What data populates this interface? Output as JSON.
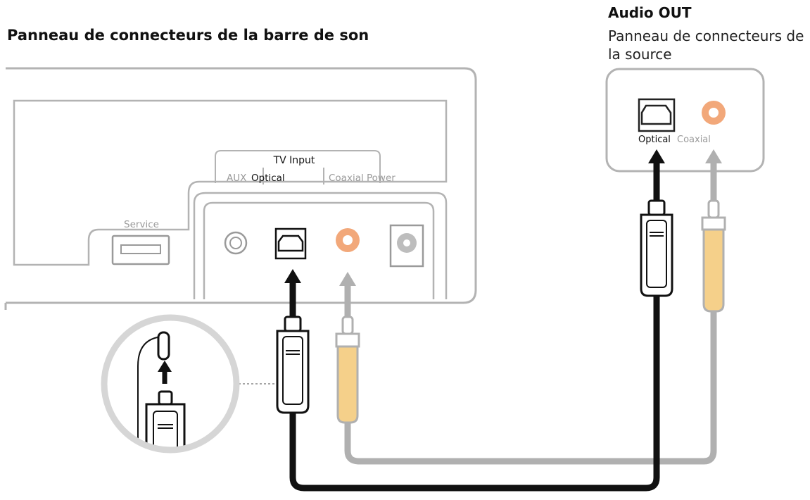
{
  "soundbar": {
    "title": "Panneau de connecteurs de la barre de son",
    "tv_input_label": "TV Input",
    "aux_label": "AUX",
    "optical_label": "Optical",
    "coaxial_power_label": "Coaxial Power",
    "service_label": "Service"
  },
  "source": {
    "title": "Audio OUT",
    "subtitle": "Panneau de connecteurs de la source",
    "optical_label": "Optical",
    "coaxial_label": "Coaxial"
  },
  "colors": {
    "panel_outline": "#b3b3b3",
    "optical_cable": "#1a1a1a",
    "coaxial_cable": "#b0b0b0",
    "coaxial_jack": "#f2a87a",
    "coaxial_plug": "#f5d08a",
    "inset_ring": "#d6d6d6"
  }
}
